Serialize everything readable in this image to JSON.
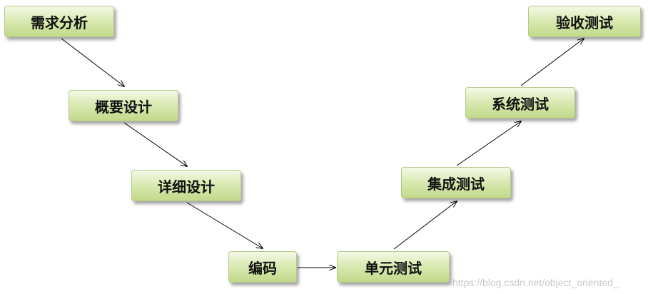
{
  "steps": {
    "requirements_analysis": "需求分析",
    "high_level_design": "概要设计",
    "detailed_design": "详细设计",
    "coding": "编码",
    "unit_testing": "单元测试",
    "integration_testing": "集成测试",
    "system_testing": "系统测试",
    "acceptance_testing": "验收测试"
  },
  "watermark": "https://blog.csdn.net/object_oriented_",
  "colors": {
    "box_fill": "#dbeab4",
    "box_border": "#b4c98a",
    "arrow": "#000000"
  }
}
